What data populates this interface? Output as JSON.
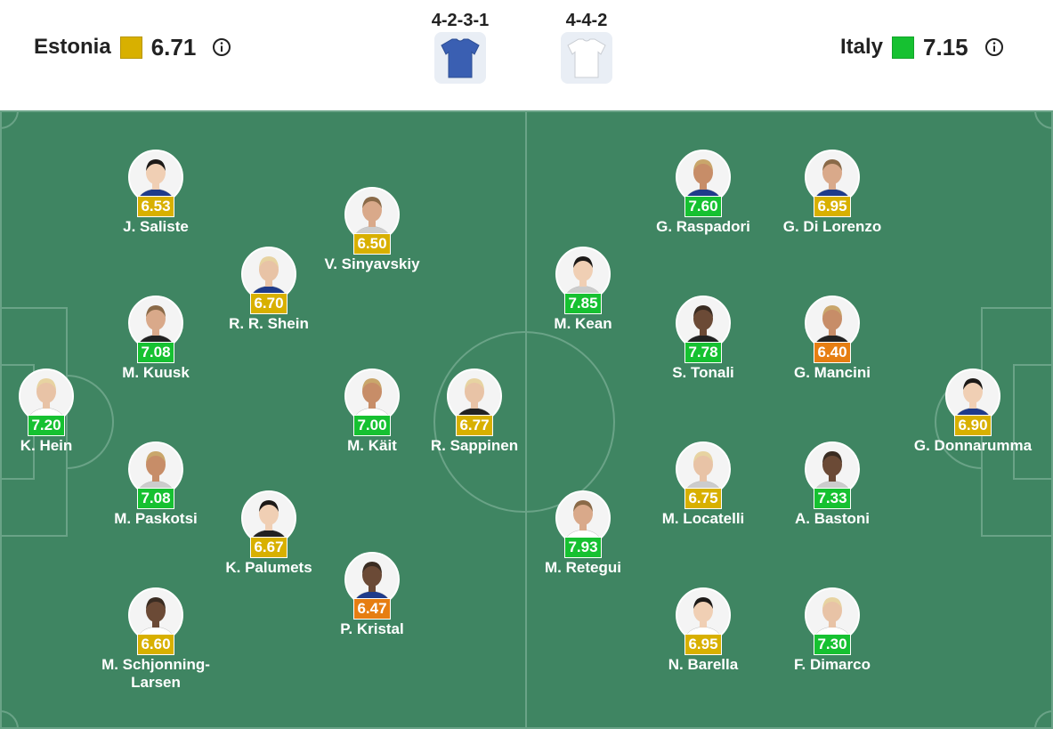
{
  "home": {
    "name": "Estonia",
    "rating": "6.71",
    "rating_color": "#d8b000",
    "formation": "4-2-3-1",
    "kit_color": "#3a5fb2"
  },
  "away": {
    "name": "Italy",
    "rating": "7.15",
    "rating_color": "#16c131",
    "formation": "4-4-2",
    "kit_color": "#ffffff"
  },
  "colors": {
    "pitch": "#3f8562",
    "green": "#16c131",
    "yellow": "#d8b000",
    "orange": "#e67e12"
  },
  "players": [
    {
      "name": "K. Hein",
      "rating": "7.20",
      "tier": "green"
    },
    {
      "name": "J. Saliste",
      "rating": "6.53",
      "tier": "yellow"
    },
    {
      "name": "M. Kuusk",
      "rating": "7.08",
      "tier": "green"
    },
    {
      "name": "M. Paskotsi",
      "rating": "7.08",
      "tier": "green"
    },
    {
      "name": "M. Schjonning-Larsen",
      "rating": "6.60",
      "tier": "yellow"
    },
    {
      "name": "R. R. Shein",
      "rating": "6.70",
      "tier": "yellow"
    },
    {
      "name": "K. Palumets",
      "rating": "6.67",
      "tier": "yellow"
    },
    {
      "name": "V. Sinyavskiy",
      "rating": "6.50",
      "tier": "yellow"
    },
    {
      "name": "M. Käit",
      "rating": "7.00",
      "tier": "green"
    },
    {
      "name": "P. Kristal",
      "rating": "6.47",
      "tier": "orange"
    },
    {
      "name": "R. Sappinen",
      "rating": "6.77",
      "tier": "yellow"
    },
    {
      "name": "M. Kean",
      "rating": "7.85",
      "tier": "green"
    },
    {
      "name": "M. Retegui",
      "rating": "7.93",
      "tier": "green"
    },
    {
      "name": "G. Raspadori",
      "rating": "7.60",
      "tier": "green"
    },
    {
      "name": "S. Tonali",
      "rating": "7.78",
      "tier": "green"
    },
    {
      "name": "M. Locatelli",
      "rating": "6.75",
      "tier": "yellow"
    },
    {
      "name": "N. Barella",
      "rating": "6.95",
      "tier": "yellow"
    },
    {
      "name": "G. Di Lorenzo",
      "rating": "6.95",
      "tier": "yellow"
    },
    {
      "name": "G. Mancini",
      "rating": "6.40",
      "tier": "orange"
    },
    {
      "name": "A. Bastoni",
      "rating": "7.33",
      "tier": "green"
    },
    {
      "name": "F. Dimarco",
      "rating": "7.30",
      "tier": "green"
    },
    {
      "name": "G. Donnarumma",
      "rating": "6.90",
      "tier": "yellow"
    }
  ]
}
